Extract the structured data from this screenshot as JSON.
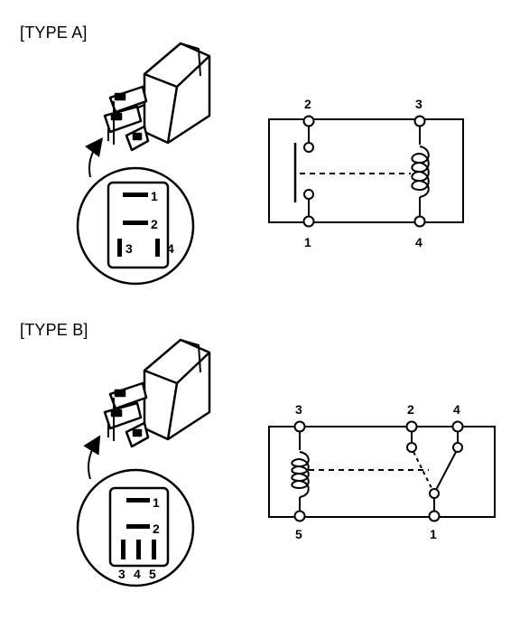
{
  "type_a": {
    "label": "[TYPE A]",
    "connector_pins": [
      "1",
      "2",
      "3",
      "4"
    ],
    "terminals": {
      "top_left": "2",
      "top_right": "3",
      "bottom_left": "1",
      "bottom_right": "4"
    }
  },
  "type_b": {
    "label": "[TYPE B]",
    "connector_pins": [
      "1",
      "2",
      "3",
      "4",
      "5"
    ],
    "terminals": {
      "top_left": "3",
      "top_mid": "2",
      "top_right": "4",
      "bottom_left": "5",
      "bottom_right": "1"
    }
  },
  "icons": [
    "relay-body-icon",
    "connector-face-icon",
    "pointer-arrow-icon",
    "coil-icon",
    "switch-contact-icon"
  ]
}
